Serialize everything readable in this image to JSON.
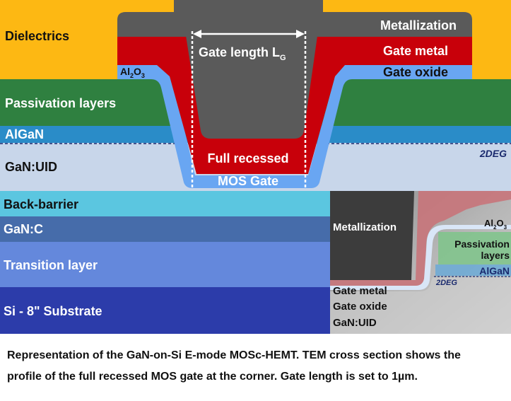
{
  "layers": {
    "dielectrics": "Dielectrics",
    "metallization": "Metallization",
    "gate_length": "Gate length L",
    "gate_length_sub": "G",
    "gate_metal": "Gate metal",
    "gate_oxide": "Gate oxide",
    "al2o3_a": "Al",
    "al2o3_sub2": "2",
    "al2o3_o": "O",
    "al2o3_sub3": "3",
    "passivation": "Passivation layers",
    "algan": "AlGaN",
    "gan_uid": "GaN:UID",
    "twodeg": "2DEG",
    "full_recessed": "Full recessed",
    "mos_gate": "MOS Gate",
    "back_barrier": "Back-barrier",
    "gan_c": "GaN:C",
    "transition": "Transition layer",
    "substrate": "Si - 8\" Substrate"
  },
  "tem": {
    "metallization": "Metallization",
    "al2o3_a": "Al",
    "al2o3_sub2": "2",
    "al2o3_o": "O",
    "al2o3_sub3": "3",
    "passivation_line1": "Passivation",
    "passivation_line2": "layers",
    "algan": "AlGaN",
    "twodeg": "2DEG",
    "gate_metal": "Gate metal",
    "gate_oxide": "Gate oxide",
    "gan_uid": "GaN:UID"
  },
  "caption": {
    "line1": "Representation of the GaN-on-Si E-mode MOSc-HEMT. TEM cross section shows the",
    "line2": "profile of the full recessed MOS gate at the corner. Gate length is set to 1µm."
  },
  "colors": {
    "dielectrics": "#FDB813",
    "metallization": "#5a5a5a",
    "gate_metal": "#C8000A",
    "gate_oxide": "#69A6F2",
    "passivation": "#2F8040",
    "algan": "#2A8CC8",
    "gan_uid": "#C8D6EA",
    "back_barrier": "#5BC6E0",
    "gan_c": "#466CAA",
    "transition": "#6488DC",
    "substrate": "#2C3CAA"
  }
}
